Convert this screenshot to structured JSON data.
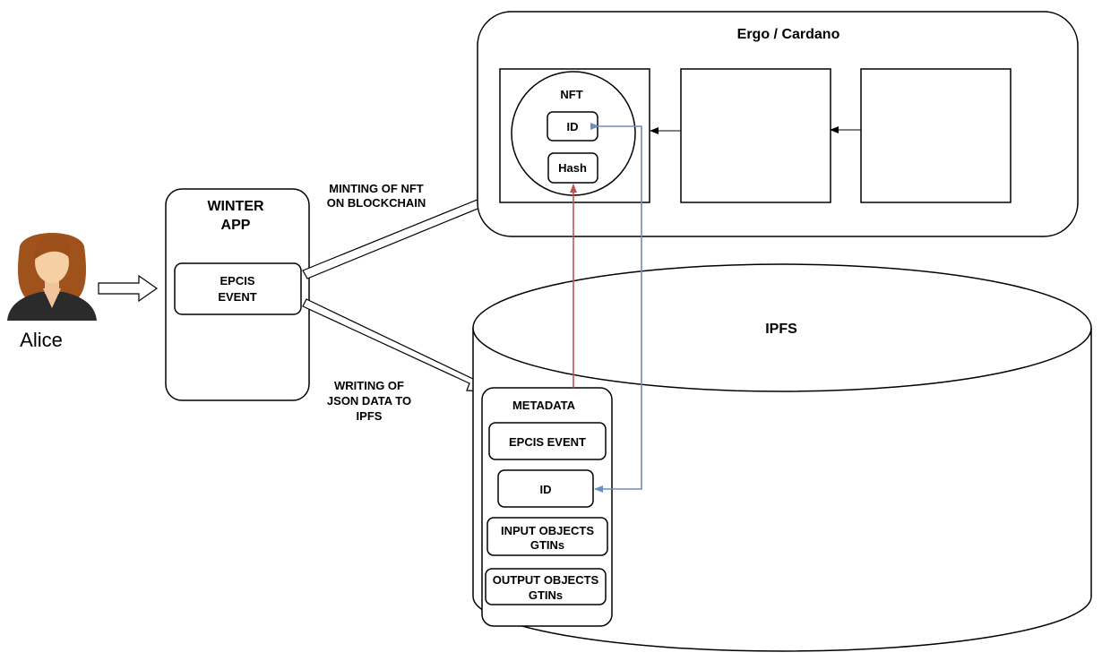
{
  "actor": {
    "name": "Alice"
  },
  "winter_app": {
    "title_line1": "WINTER",
    "title_line2": "APP",
    "event_line1": "EPCIS",
    "event_line2": "EVENT"
  },
  "arrows": {
    "minting_line1": "MINTING OF NFT",
    "minting_line2": "ON BLOCKCHAIN",
    "writing_line1": "WRITING OF",
    "writing_line2": "JSON DATA TO",
    "writing_line3": "IPFS"
  },
  "blockchain": {
    "title": "Ergo / Cardano",
    "nft": {
      "title": "NFT",
      "id_label": "ID",
      "hash_label": "Hash"
    }
  },
  "ipfs": {
    "title": "IPFS",
    "metadata": {
      "title": "METADATA",
      "epcis_event": "EPCIS EVENT",
      "id_label": "ID",
      "input_line1": "INPUT OBJECTS",
      "input_line2": "GTINs",
      "output_line1": "OUTPUT OBJECTS",
      "output_line2": "GTINs"
    }
  },
  "colors": {
    "hash_link": "#b85450",
    "id_link": "#6c8ebf",
    "stroke": "#000000"
  }
}
